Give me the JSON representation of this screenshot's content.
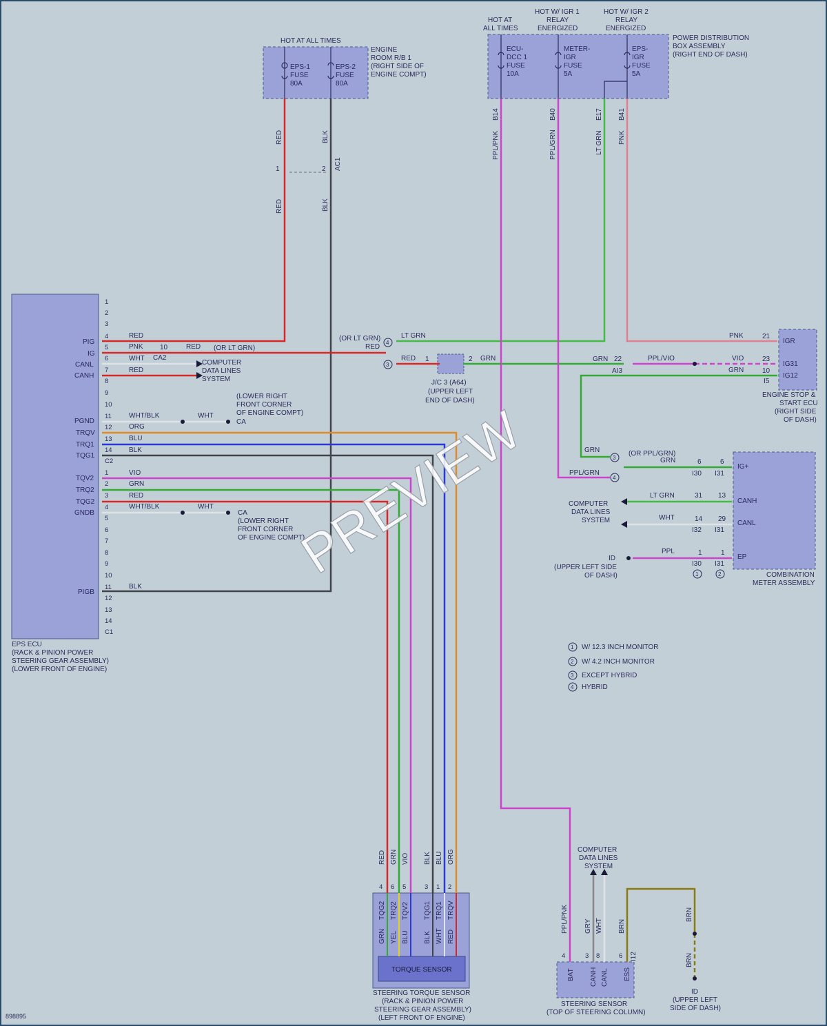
{
  "diagram_id": "898895",
  "watermark": "PREVIEW",
  "headers": {
    "hot_all_times_top": "HOT AT ALL TIMES",
    "hot_at_all_times": [
      "HOT AT",
      "ALL TIMES"
    ],
    "hot_igr1": [
      "HOT W/ IGR 1",
      "RELAY",
      "ENERGIZED"
    ],
    "hot_igr2": [
      "HOT W/ IGR 2",
      "RELAY",
      "ENERGIZED"
    ]
  },
  "engine_room_rb": [
    "ENGINE",
    "ROOM R/B 1",
    "(RIGHT SIDE OF",
    "ENGINE COMPT)"
  ],
  "power_dist": [
    "POWER DISTRIBUTION",
    "BOX ASSEMBLY",
    "(RIGHT END OF DASH)"
  ],
  "fuses": {
    "eps1": [
      "EPS-1",
      "FUSE",
      "80A"
    ],
    "eps2": [
      "EPS-2",
      "FUSE",
      "80A"
    ],
    "ecu_dcc": [
      "ECU-",
      "DCC 1",
      "FUSE",
      "10A"
    ],
    "meter_igr": [
      "METER-",
      "IGR",
      "FUSE",
      "5A"
    ],
    "eps_igr": [
      "EPS-",
      "IGR",
      "FUSE",
      "5A"
    ]
  },
  "connectors": {
    "b14": "B14",
    "b40": "B40",
    "e17": "E17",
    "b41": "B41",
    "ac1": "AC1",
    "ac1_p1": "1",
    "ac1_p2": "2",
    "ca2": "CA2",
    "ca2_pin": "10",
    "c2": "C2",
    "c1": "C1",
    "ai3": "AI3",
    "ai3_pin": "22",
    "i5": "I5",
    "i30": "I30",
    "i31": "I31",
    "i32": "I32",
    "i12": "I12"
  },
  "wire_colors": {
    "red": "RED",
    "blk": "BLK",
    "ppl_pnk": "PPL/PNK",
    "ppl_grn": "PPL/GRN",
    "lt_grn": "LT GRN",
    "pnk": "PNK",
    "grn": "GRN",
    "wht": "WHT",
    "wht_blk": "WHT/BLK",
    "org": "ORG",
    "blu": "BLU",
    "vio": "VIO",
    "yel": "YEL",
    "ppl": "PPL",
    "ppl_vio": "PPL/VIO",
    "gry": "GRY",
    "brn": "BRN",
    "or_lt_grn": "(OR LT GRN)",
    "or_ppl_grn": "(OR PPL/GRN)"
  },
  "eps_ecu": {
    "label": [
      "EPS ECU",
      "(RACK & PINION POWER",
      "STEERING GEAR ASSEMBLY)",
      "(LOWER FRONT OF ENGINE)"
    ],
    "c2_pins": [
      "1",
      "2",
      "3",
      "4",
      "5",
      "6",
      "7",
      "8",
      "9",
      "10",
      "11",
      "12",
      "13",
      "14"
    ],
    "c1_pins": [
      "1",
      "2",
      "3",
      "4",
      "5",
      "6",
      "7",
      "8",
      "9",
      "10",
      "11",
      "12",
      "13",
      "14"
    ],
    "terminals": {
      "pig": "PIG",
      "ig": "IG",
      "canl": "CANL",
      "canh": "CANH",
      "pgnd": "PGND",
      "trqv": "TRQV",
      "trq1": "TRQ1",
      "tqg1": "TQG1",
      "tqv2": "TQV2",
      "trq2": "TRQ2",
      "tqg2": "TQG2",
      "gndb": "GNDB",
      "pigb": "PIGB"
    }
  },
  "computer_data_lines": [
    "COMPUTER",
    "DATA LINES",
    "SYSTEM"
  ],
  "ground_ca": "CA",
  "ground_ca_loc": [
    "(LOWER RIGHT",
    "FRONT CORNER",
    "OF ENGINE COMPT)"
  ],
  "jc3": [
    "J/C 3 (A64)",
    "(UPPER LEFT",
    "END OF DASH)"
  ],
  "jc3_pins": [
    "1",
    "2"
  ],
  "engine_stop": {
    "label": [
      "ENGINE STOP &",
      "START ECU",
      "(RIGHT SIDE",
      "OF DASH)"
    ],
    "igr": "IGR",
    "ig31": "IG31",
    "ig12": "IG12",
    "p21": "21",
    "p23": "23",
    "p10": "10"
  },
  "combo_meter": {
    "label": [
      "COMBINATION",
      "METER ASSEMBLY"
    ],
    "igp": "IG+",
    "canh": "CANH",
    "canl": "CANL",
    "ep": "EP",
    "pins": {
      "a6": "6",
      "b6": "6",
      "a31": "31",
      "b13": "13",
      "a14": "14",
      "b29": "29",
      "a1": "1",
      "b1": "1"
    }
  },
  "ground_id": "ID",
  "ground_id_loc": [
    "(UPPER LEFT SIDE",
    "OF DASH)"
  ],
  "ground_id_loc2": [
    "(UPPER LEFT",
    "SIDE OF DASH)"
  ],
  "legend": [
    {
      "num": "1",
      "text": "W/ 12.3 INCH MONITOR"
    },
    {
      "num": "2",
      "text": "W/ 4.2 INCH MONITOR"
    },
    {
      "num": "3",
      "text": "EXCEPT HYBRID"
    },
    {
      "num": "4",
      "text": "HYBRID"
    }
  ],
  "torque_sensor": {
    "inner": "TORQUE SENSOR",
    "label": [
      "STEERING TORQUE SENSOR",
      "(RACK & PINION POWER",
      "STEERING GEAR ASSEMBLY)",
      "(LEFT FRONT OF ENGINE)"
    ],
    "pins": [
      "4",
      "6",
      "5",
      "3",
      "1",
      "2"
    ],
    "terms": [
      "TQG2",
      "TRQ2",
      "TQV2",
      "TQG1",
      "TRQ1",
      "TRQV"
    ],
    "inner_colors": [
      "GRN",
      "YEL",
      "BLU",
      "BLK",
      "WHT",
      "RED"
    ]
  },
  "steering_sensor": {
    "label": [
      "STEERING SENSOR",
      "(TOP OF STEERING COLUMN)"
    ],
    "terms": [
      "BAT",
      "CANH",
      "CANL",
      "ESS"
    ],
    "pins": [
      "4",
      "3",
      "8",
      "6"
    ]
  },
  "colors": {
    "red": "#d62828",
    "black": "#404448",
    "magenta": "#cc44cc",
    "green": "#33aa33",
    "pink": "#e08090",
    "orange": "#e08a2a",
    "blue": "#2a3ad8",
    "gray": "#888888",
    "olive": "#8a7a10",
    "box": "#9aa2d8",
    "box_edge": "#4a5a8a"
  }
}
